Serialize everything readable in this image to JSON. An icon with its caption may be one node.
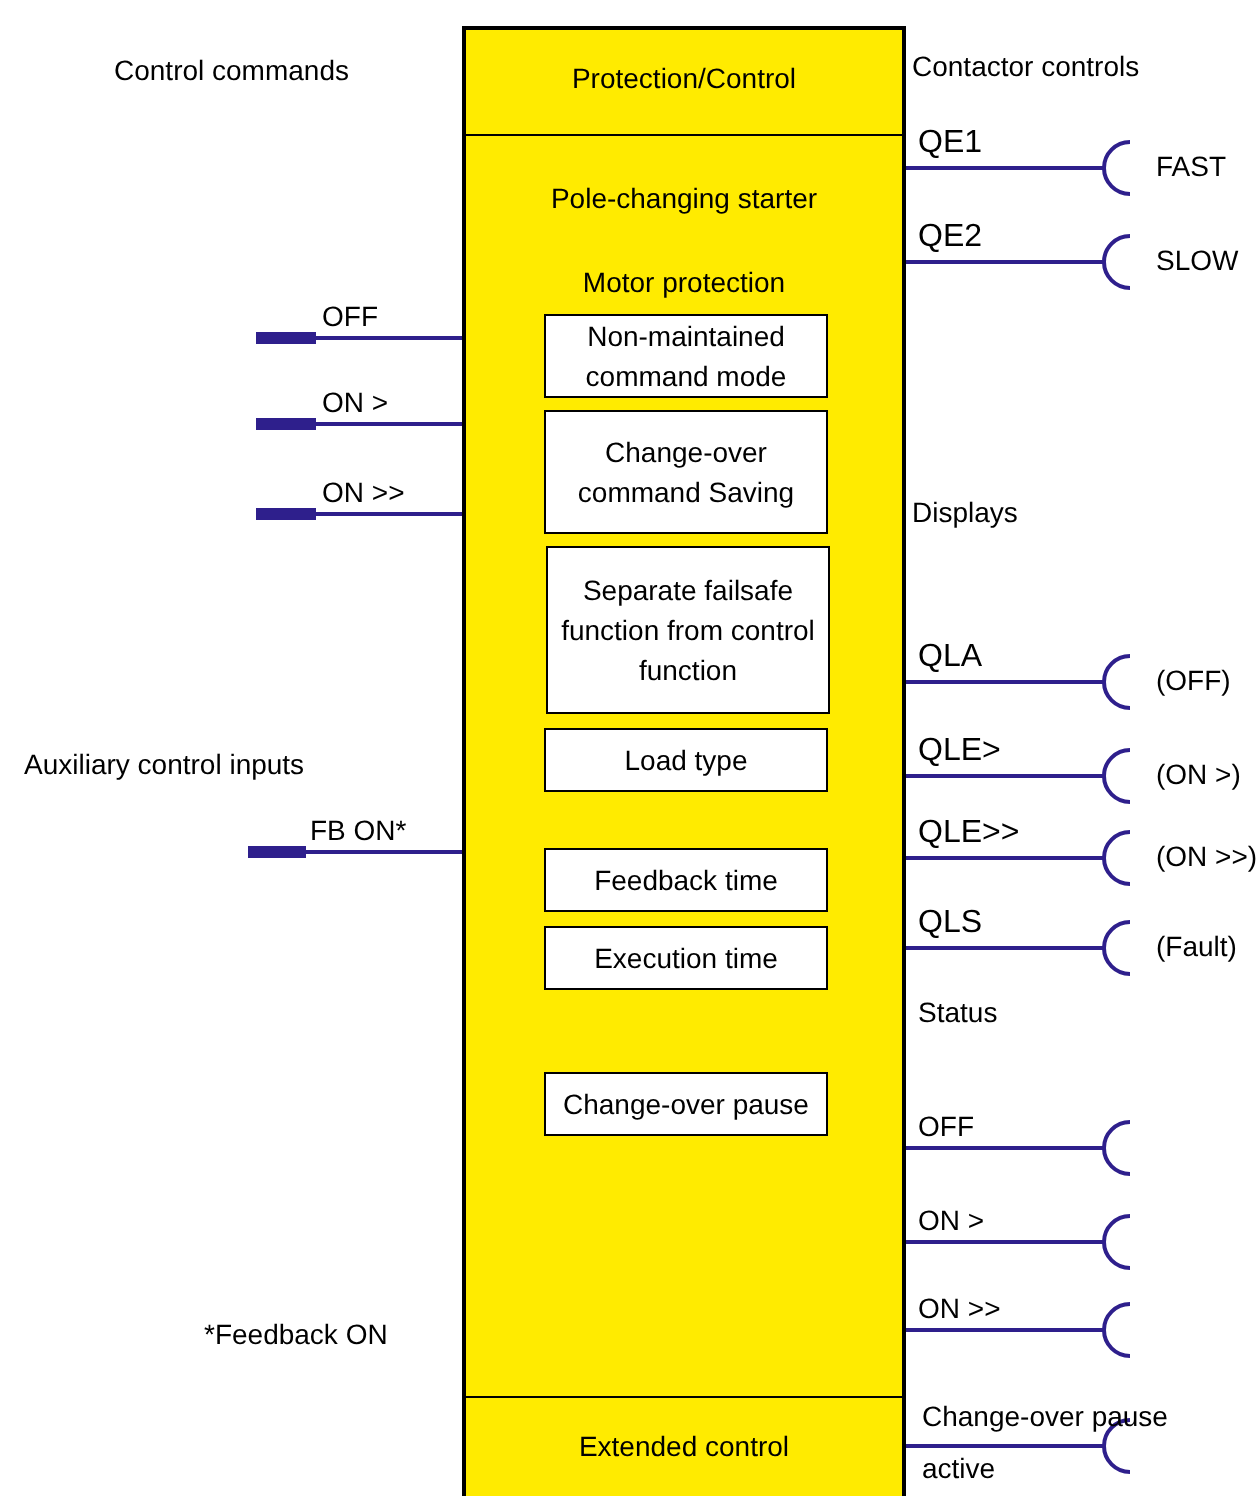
{
  "diagram": {
    "nodes": [
      {
        "text": [
          "Protection/Control",
          "Pole-changing starter",
          "Motor protection",
          "Extended control"
        ]
      },
      {
        "text": [
          "Non-maintained command mode"
        ],
        "in": 0
      },
      {
        "text": [
          "Change-over command Saving"
        ],
        "in": 0
      },
      {
        "text": [
          "Separate failsafe function from control function"
        ],
        "in": 0
      },
      {
        "text": [
          "Load type"
        ],
        "in": 0
      },
      {
        "text": [
          "Feedback time"
        ],
        "in": 0
      },
      {
        "text": [
          "Execution time"
        ],
        "in": 0
      },
      {
        "text": [
          "Change-over pause"
        ],
        "in": 0
      },
      {
        "text": [],
        "shape": "bar"
      },
      {
        "text": [],
        "shape": "bar"
      },
      {
        "text": [],
        "shape": "bar"
      },
      {
        "text": [],
        "shape": "bar"
      },
      {
        "text": [],
        "shape": "socket",
        "beside": [
          "FAST"
        ]
      },
      {
        "text": [],
        "shape": "socket",
        "beside": [
          "SLOW"
        ]
      },
      {
        "text": [],
        "shape": "socket",
        "beside": [
          "(OFF)"
        ]
      },
      {
        "text": [],
        "shape": "socket",
        "beside": [
          "(ON >)"
        ]
      },
      {
        "text": [],
        "shape": "socket",
        "beside": [
          "(ON >>)"
        ]
      },
      {
        "text": [],
        "shape": "socket",
        "beside": [
          "(Fault)"
        ]
      },
      {
        "text": [],
        "shape": "socket"
      },
      {
        "text": [],
        "shape": "socket"
      },
      {
        "text": [],
        "shape": "socket"
      },
      {
        "text": [],
        "shape": "socket"
      }
    ],
    "edges": [
      {
        "from": 8,
        "to": 0,
        "arrow": "none",
        "label": "OFF"
      },
      {
        "from": 9,
        "to": 0,
        "arrow": "none",
        "label": "ON >"
      },
      {
        "from": 10,
        "to": 0,
        "arrow": "none",
        "label": "ON >>"
      },
      {
        "from": 11,
        "to": 0,
        "arrow": "none",
        "label": "FB ON*"
      },
      {
        "from": 0,
        "to": 12,
        "arrow": "none",
        "label": "QE1"
      },
      {
        "from": 0,
        "to": 13,
        "arrow": "none",
        "label": "QE2"
      },
      {
        "from": 0,
        "to": 14,
        "arrow": "none",
        "label": "QLA"
      },
      {
        "from": 0,
        "to": 15,
        "arrow": "none",
        "label": "QLE>"
      },
      {
        "from": 0,
        "to": 16,
        "arrow": "none",
        "label": "QLE>>"
      },
      {
        "from": 0,
        "to": 17,
        "arrow": "none",
        "label": "QLS"
      },
      {
        "from": 0,
        "to": 18,
        "arrow": "none",
        "label": "OFF"
      },
      {
        "from": 0,
        "to": 19,
        "arrow": "none",
        "label": "ON >"
      },
      {
        "from": 0,
        "to": 20,
        "arrow": "none",
        "label": "ON >>"
      },
      {
        "from": 0,
        "to": 21,
        "arrow": "none",
        "label": "Change-over pause active"
      }
    ],
    "labels": [
      "Control commands",
      "Contactor controls",
      "Displays",
      "Auxiliary control inputs",
      "Status",
      "*Feedback ON"
    ]
  }
}
